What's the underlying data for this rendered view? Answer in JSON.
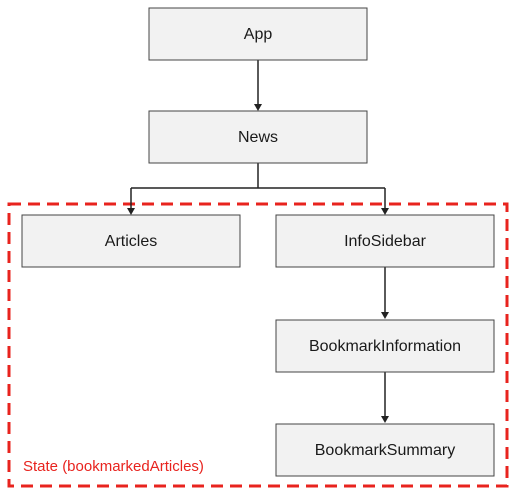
{
  "nodes": {
    "app": "App",
    "news": "News",
    "articles": "Articles",
    "info_sidebar": "InfoSidebar",
    "bookmark_information": "BookmarkInformation",
    "bookmark_summary": "BookmarkSummary"
  },
  "state_box": {
    "label": "State (bookmarkedArticles)"
  },
  "colors": {
    "node_fill": "#f2f2f2",
    "node_border": "#444444",
    "connector": "#222222",
    "state_accent": "#e8231e"
  }
}
